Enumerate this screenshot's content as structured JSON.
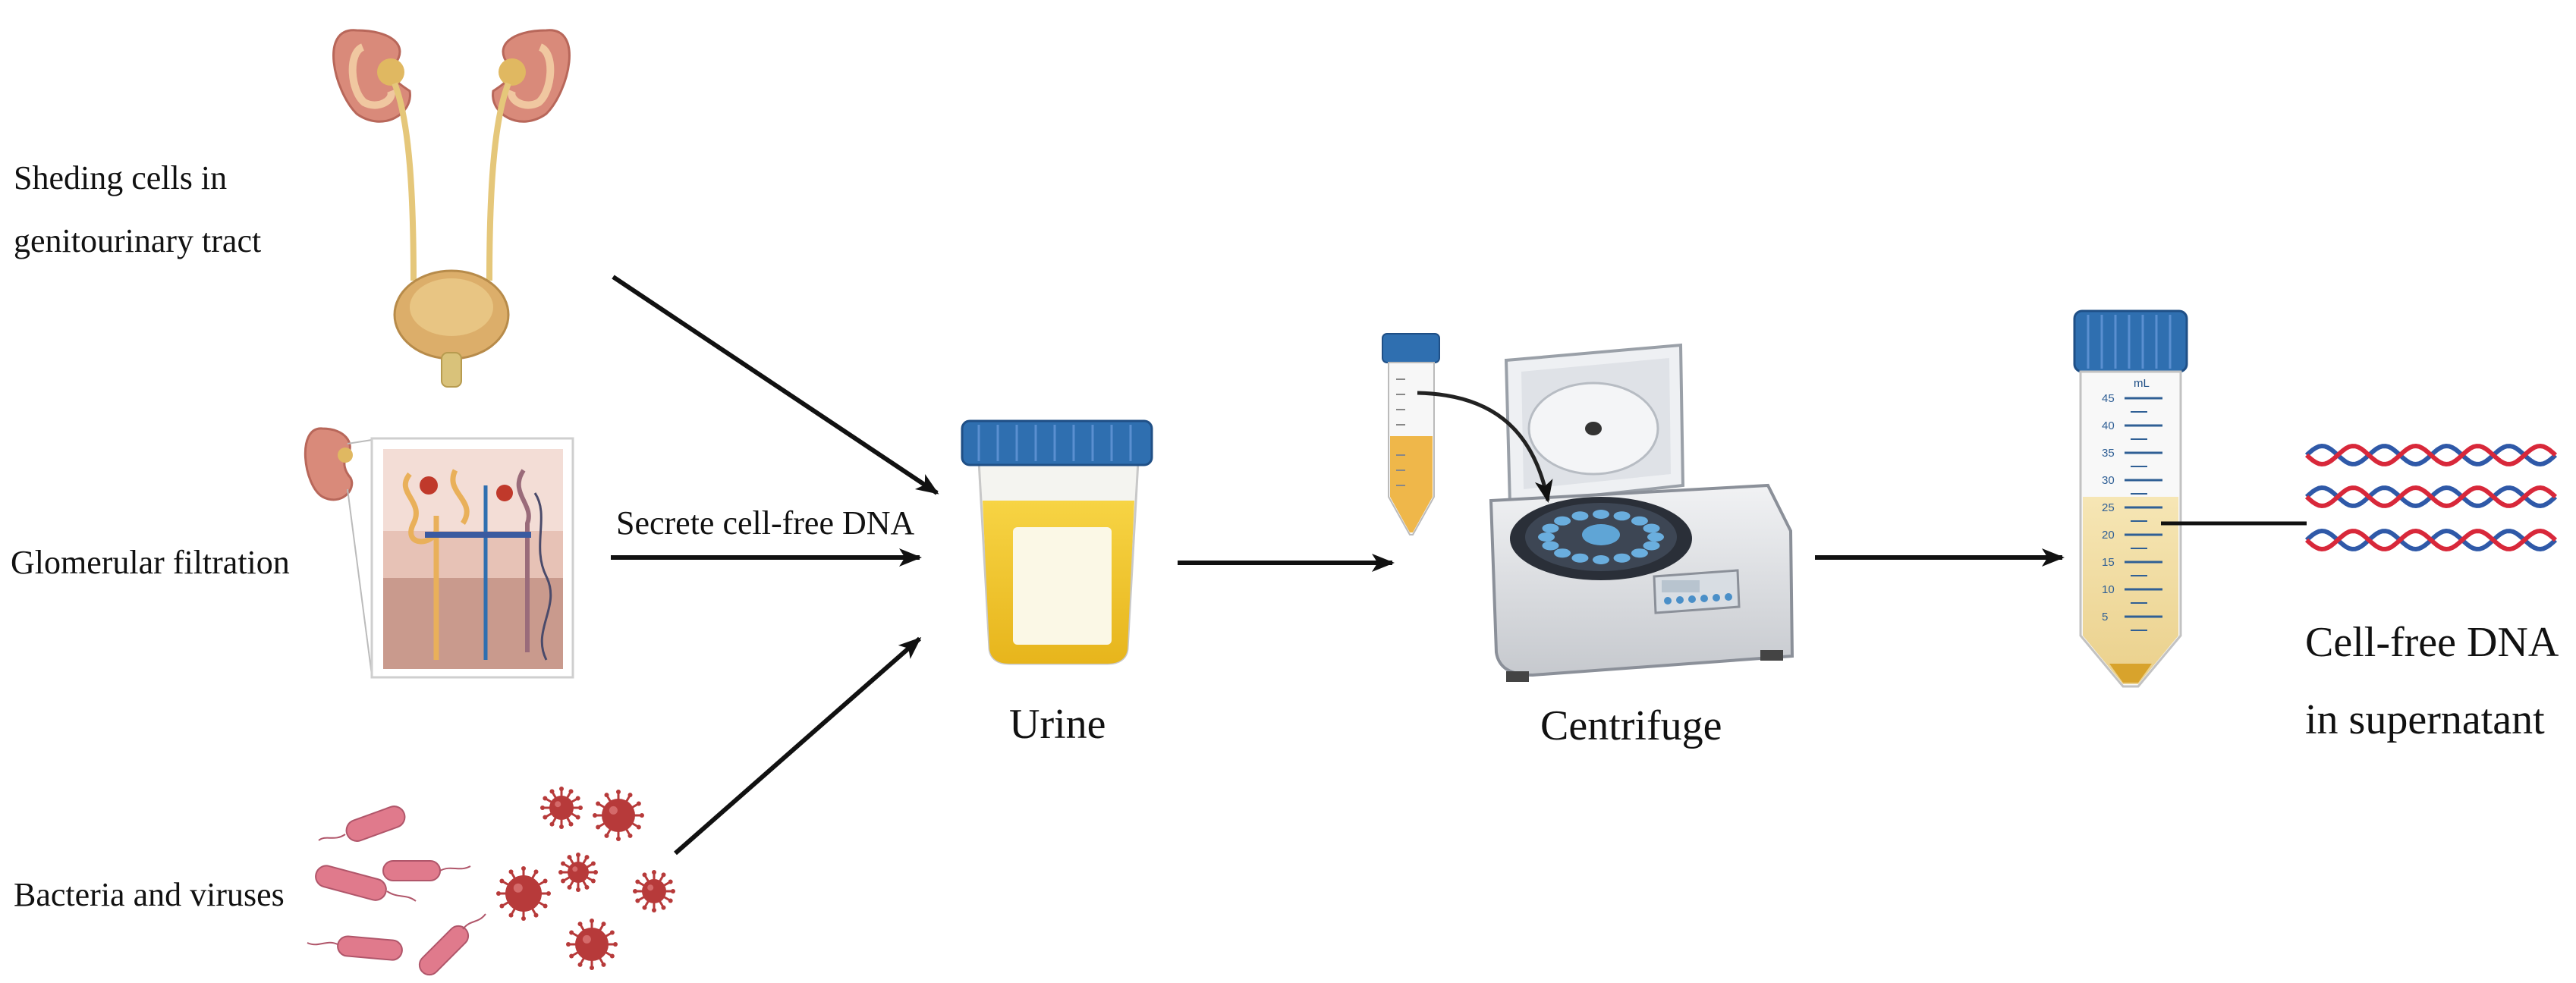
{
  "labels": {
    "sources": {
      "shedding_line1": "Sheding cells in",
      "shedding_line2": "genitourinary tract",
      "glomerular": "Glomerular filtration",
      "bacteria": "Bacteria and viruses"
    },
    "secrete": "Secrete cell-free DNA",
    "urine": "Urine",
    "centrifuge": "Centrifuge",
    "result_line1": "Cell-free DNA",
    "result_line2": "in supernatant"
  },
  "tube_scale": {
    "unit": "mL",
    "ticks": [
      "45",
      "40",
      "35",
      "30",
      "25",
      "20",
      "15",
      "10",
      "5"
    ]
  },
  "colors": {
    "arrow": "#111111",
    "urine": "#f2c531",
    "cap": "#2f6fb0",
    "dna_red": "#d8283a",
    "dna_blue": "#2f59a8",
    "kidney": "#d98a7a",
    "bacteria": "#e07a8c",
    "virus": "#b73a3a"
  }
}
